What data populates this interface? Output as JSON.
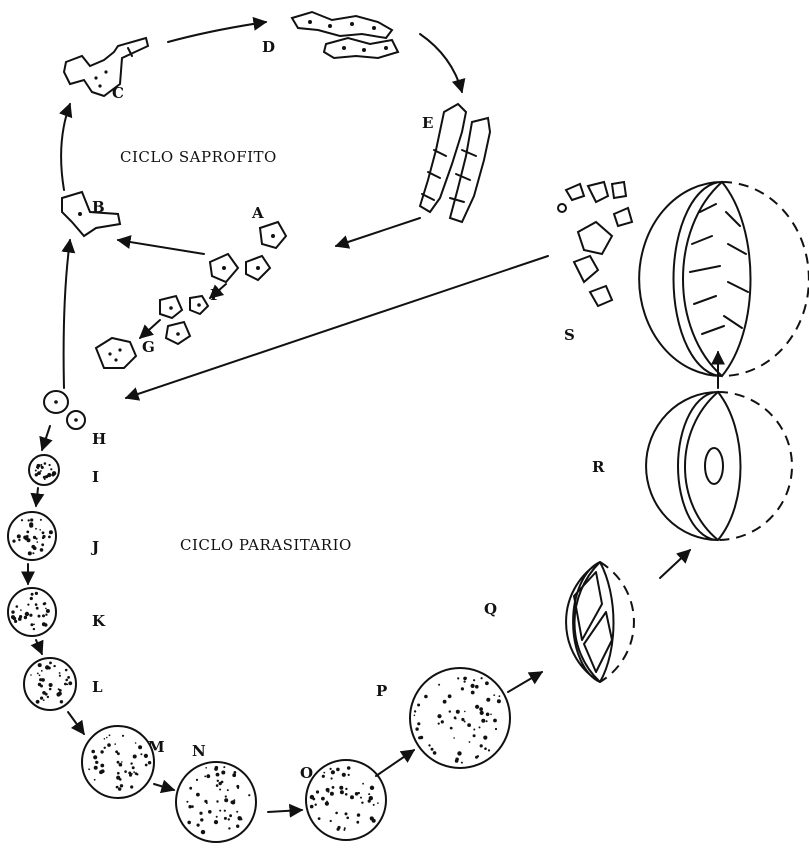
{
  "titles": {
    "saprophytic": "CICLO  SAPROFITO",
    "parasitic": "CICLO PARASITARIO"
  },
  "stages": [
    "A",
    "B",
    "C",
    "D",
    "E",
    "F",
    "G",
    "H",
    "I",
    "J",
    "K",
    "L",
    "M",
    "N",
    "O",
    "P",
    "Q",
    "R",
    "S"
  ]
}
